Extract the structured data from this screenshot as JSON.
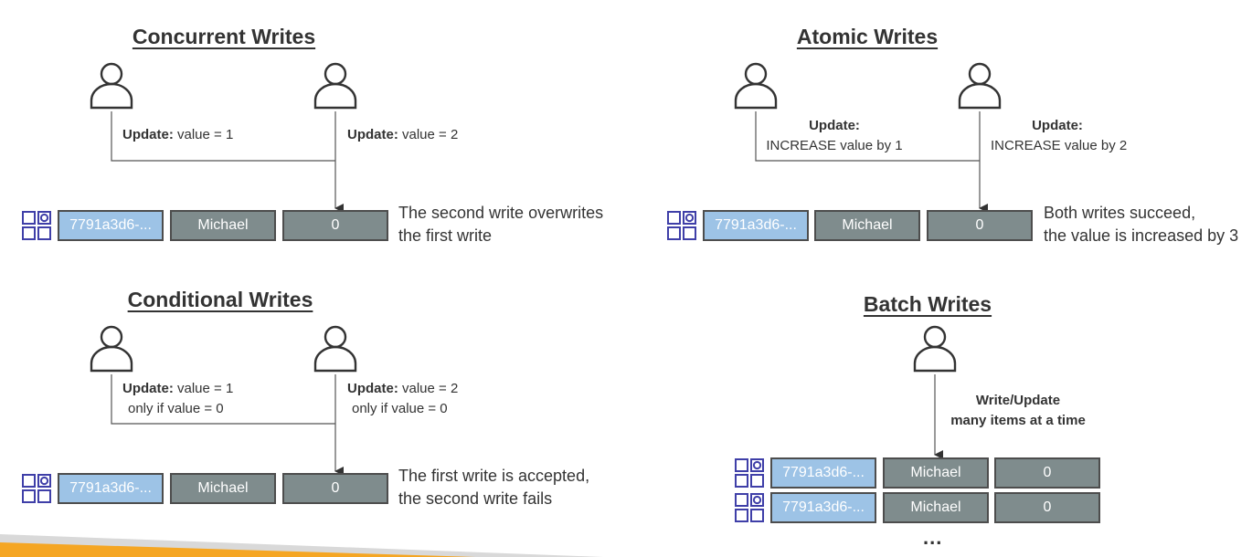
{
  "concurrent": {
    "title": "Concurrent Writes",
    "user1": {
      "bold": "Update:",
      "text": " value = 1"
    },
    "user2": {
      "bold": "Update:",
      "text": " value = 2"
    },
    "row": {
      "key": "7791a3d6-...",
      "name": "Michael",
      "value": "0"
    },
    "note": [
      "The second write overwrites",
      "the first write"
    ]
  },
  "atomic": {
    "title": "Atomic Writes",
    "user1": {
      "bold": "Update:",
      "text": "INCREASE value by 1"
    },
    "user2": {
      "bold": "Update:",
      "text": "INCREASE value by 2"
    },
    "row": {
      "key": "7791a3d6-...",
      "name": "Michael",
      "value": "0"
    },
    "note": [
      "Both writes succeed,",
      "the value is increased by 3"
    ]
  },
  "conditional": {
    "title": "Conditional Writes",
    "user1": {
      "bold": "Update:",
      "text": " value = 1",
      "sub": "only if value = 0"
    },
    "user2": {
      "bold": "Update:",
      "text": " value = 2",
      "sub": "only if value = 0"
    },
    "row": {
      "key": "7791a3d6-...",
      "name": "Michael",
      "value": "0"
    },
    "note": [
      "The first write is accepted,",
      "the second write fails"
    ]
  },
  "batch": {
    "title": "Batch Writes",
    "label": [
      "Write/Update",
      "many items at a time"
    ],
    "rows": [
      {
        "key": "7791a3d6-...",
        "name": "Michael",
        "value": "0"
      },
      {
        "key": "7791a3d6-...",
        "name": "Michael",
        "value": "0"
      }
    ],
    "ellipsis": "..."
  }
}
